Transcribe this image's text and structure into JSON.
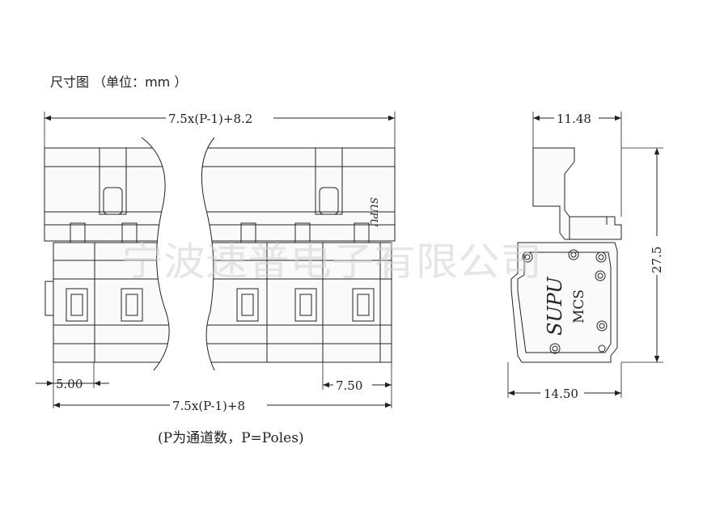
{
  "heading": "尺寸图 （单位：mm ）",
  "dimensions": {
    "overall_top": "7.5x(P-1)+8.2",
    "overall_bottom": "7.5x(P-1)+8",
    "offset_left": "5.00",
    "pitch": "7.50",
    "side_top_width": "11.48",
    "side_bottom_width": "14.50",
    "side_height": "27.5"
  },
  "footnote": "(P为通道数，P=Poles)",
  "side_marks": {
    "brand": "SUPU",
    "series": "MCS"
  },
  "front_brand": "SUPU",
  "watermark": "宁波速普电子有限公司"
}
